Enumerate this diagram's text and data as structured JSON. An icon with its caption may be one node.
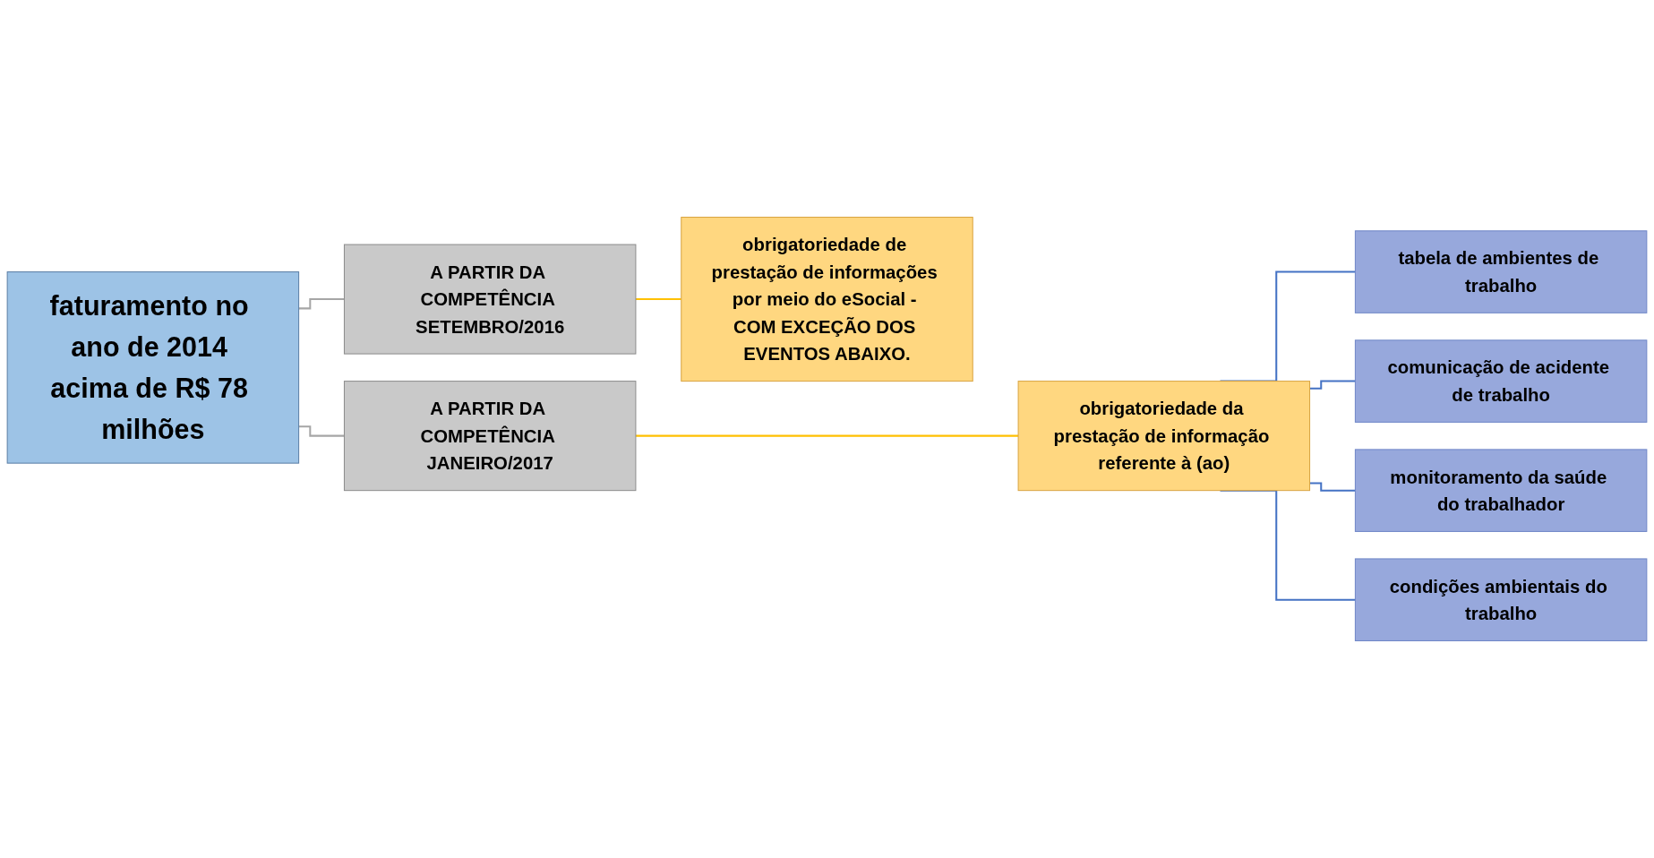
{
  "diagram": {
    "nodes": [
      {
        "text": [
          "faturamento no ano de 2014 acima de R$ 78 milhões"
        ]
      },
      {
        "text": [
          "A PARTIR DA COMPETÊNCIA SETEMBRO/2016"
        ]
      },
      {
        "text": [
          "obrigatoriedade de prestação de informações por meio do eSocial - COM EXCEÇÃO DOS EVENTOS ABAIXO."
        ]
      },
      {
        "text": [
          "A PARTIR DA COMPETÊNCIA JANEIRO/2017"
        ]
      },
      {
        "text": [
          "obrigatoriedade da prestação de informação referente à (ao)"
        ]
      },
      {
        "text": [
          "tabela de ambientes de trabalho"
        ]
      },
      {
        "text": [
          "comunicação de acidente de trabalho"
        ]
      },
      {
        "text": [
          "monitoramento da saúde do trabalhador"
        ]
      },
      {
        "text": [
          "condições ambientais do trabalho"
        ]
      }
    ],
    "edges": [
      {
        "from": 0,
        "to": 1,
        "arrow": "none",
        "color": "#a6a6a6"
      },
      {
        "from": 0,
        "to": 3,
        "arrow": "none",
        "color": "#a6a6a6"
      },
      {
        "from": 1,
        "to": 2,
        "arrow": "none",
        "color": "#ffc000"
      },
      {
        "from": 3,
        "to": 4,
        "arrow": "none",
        "color": "#ffc000"
      },
      {
        "from": 4,
        "to": 5,
        "arrow": "none"
      },
      {
        "from": 4,
        "to": 6,
        "arrow": "none"
      },
      {
        "from": 4,
        "to": 7,
        "arrow": "none"
      },
      {
        "from": 4,
        "to": 8,
        "arrow": "none"
      }
    ]
  }
}
